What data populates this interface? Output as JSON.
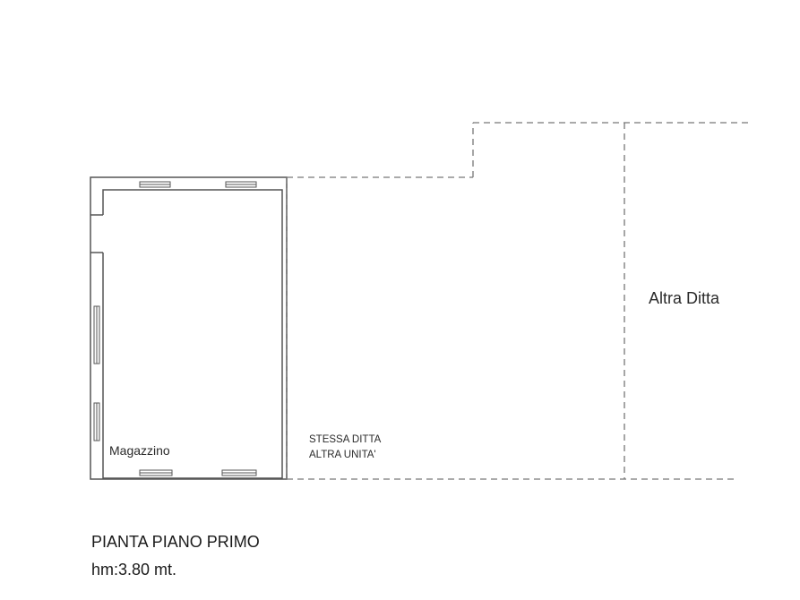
{
  "plan": {
    "rooms": {
      "magazzino": "Magazzino",
      "same_company": [
        "STESSA DITTA",
        "ALTRA UNITA'"
      ],
      "other_company": "Altra Ditta"
    },
    "caption": {
      "title": "PIANTA PIANO PRIMO",
      "height": "hm:3.80 mt."
    },
    "colors": {
      "wall": "#555555",
      "dashed": "#777777",
      "background": "#ffffff"
    }
  }
}
